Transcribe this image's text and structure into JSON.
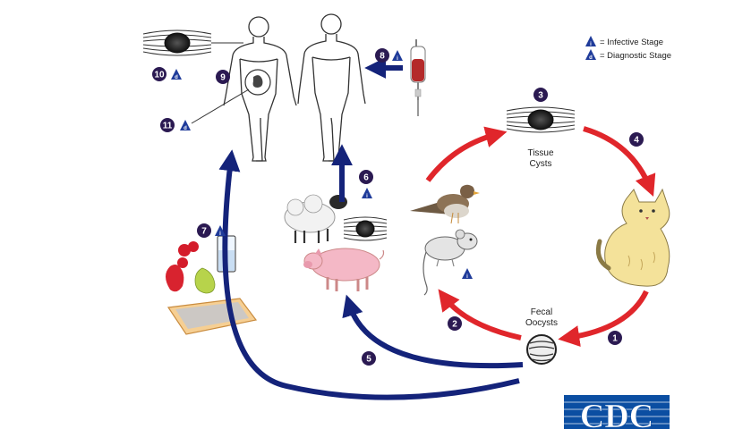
{
  "legend": {
    "infective": {
      "symbol": "i",
      "label": "= Infective Stage"
    },
    "diagnostic": {
      "symbol": "d",
      "label": "= Diagnostic Stage"
    }
  },
  "labels": {
    "tissue_cysts_1": "Tissue",
    "tissue_cysts_2": "Cysts",
    "fecal_oocysts_1": "Fecal",
    "fecal_oocysts_2": "Oocysts"
  },
  "steps": [
    {
      "n": "1"
    },
    {
      "n": "2"
    },
    {
      "n": "3"
    },
    {
      "n": "4"
    },
    {
      "n": "5"
    },
    {
      "n": "6"
    },
    {
      "n": "7"
    },
    {
      "n": "8"
    },
    {
      "n": "9"
    },
    {
      "n": "10"
    },
    {
      "n": "11"
    }
  ],
  "logo": {
    "text": "CDC"
  },
  "colors": {
    "red_arrow": "#e0262b",
    "blue_arrow": "#14237a",
    "badge": "#2b1a52",
    "triangle": "#1f3b9a",
    "cat": "#f4e29a"
  }
}
